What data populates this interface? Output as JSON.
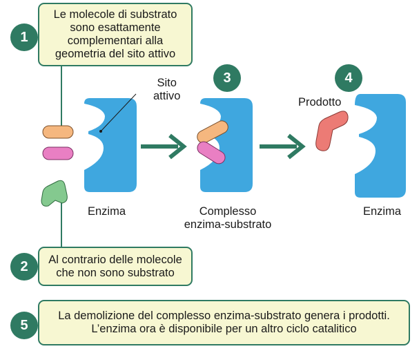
{
  "steps": [
    {
      "number": "1",
      "lines": [
        "Le molecole di substrato",
        "sono esattamente",
        "complementari alla",
        "geometria del sito attivo"
      ]
    },
    {
      "number": "2",
      "lines": [
        "Al contrario delle molecole",
        "che non sono substrato"
      ]
    },
    {
      "number": "3"
    },
    {
      "number": "4"
    },
    {
      "number": "5",
      "lines": [
        "La demolizione del complesso enzima-substrato genera i prodotti.",
        "L’enzima ora è disponibile per un altro ciclo catalitico"
      ]
    }
  ],
  "labels": {
    "active_site": [
      "Sito",
      "attivo"
    ],
    "enzyme_left": "Enzima",
    "complex": [
      "Complesso",
      "enzima-substrato"
    ],
    "product": "Prodotto",
    "enzyme_right": "Enzima"
  },
  "colors": {
    "accent": "#2f7a62",
    "box_fill": "#f7f7d2",
    "enzyme": "#3fa7df",
    "substrate_orange": "#f5b77f",
    "substrate_pink": "#e97fc3",
    "non_substrate": "#84c98f",
    "product": "#ec7b75"
  },
  "icons": [
    "arrow-right-icon",
    "arrow-right-icon"
  ]
}
